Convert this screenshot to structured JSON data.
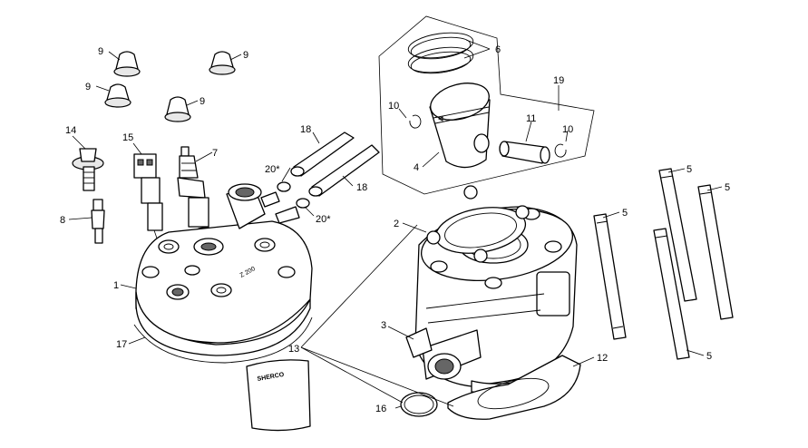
{
  "callouts": {
    "c1": "1",
    "c2": "2",
    "c3": "3",
    "c4": "4",
    "c5a": "5",
    "c5b": "5",
    "c5c": "5",
    "c5d": "5",
    "c6": "6",
    "c7": "7",
    "c8": "8",
    "c9a": "9",
    "c9b": "9",
    "c9c": "9",
    "c9d": "9",
    "c10a": "10",
    "c10b": "10",
    "c11": "11",
    "c12": "12",
    "c13": "13",
    "c14": "14",
    "c15": "15",
    "c16": "16",
    "c17": "17",
    "c18a": "18",
    "c18b": "18",
    "c19": "19",
    "c20a": "20*",
    "c20b": "20*"
  },
  "markings": {
    "head_stamp": "Z 200",
    "bag_brand": "SHERCO"
  }
}
